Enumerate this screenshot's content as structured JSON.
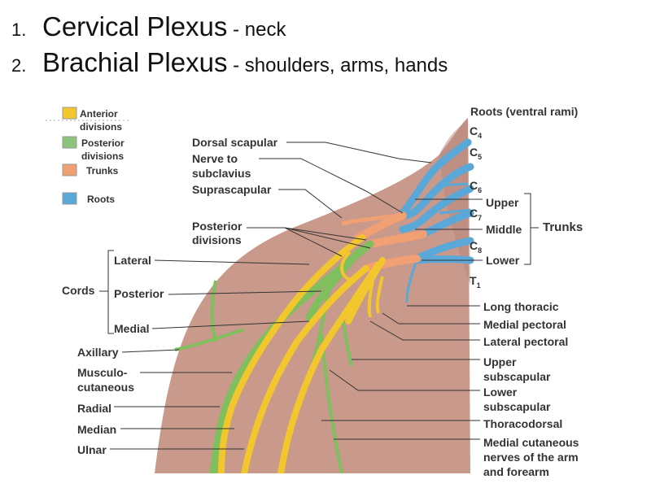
{
  "title_lines": [
    {
      "number": "1.",
      "main": "Cervical Plexus",
      "sub": " - neck"
    },
    {
      "number": "2.",
      "main": "Brachial Plexus",
      "sub": " - shoulders, arms, hands"
    }
  ],
  "legend": [
    {
      "line1": "Anterior",
      "line2": "divisions",
      "color": "#f2c62d"
    },
    {
      "line1": "Posterior",
      "line2": "divisions",
      "color": "#8cc47a"
    },
    {
      "line1": "Trunks",
      "line2": "",
      "color": "#f0a073"
    },
    {
      "line1": "Roots",
      "line2": "",
      "color": "#5aa8d8"
    }
  ],
  "roots_header": "Roots (ventral rami)",
  "roots": [
    {
      "letter": "C",
      "sub": "4"
    },
    {
      "letter": "C",
      "sub": "5"
    },
    {
      "letter": "C",
      "sub": "6"
    },
    {
      "letter": "C",
      "sub": "7"
    },
    {
      "letter": "C",
      "sub": "8"
    },
    {
      "letter": "T",
      "sub": "1"
    }
  ],
  "trunks_label": "Trunks",
  "trunks": [
    "Upper",
    "Middle",
    "Lower"
  ],
  "cords_label": "Cords",
  "cords": [
    "Lateral",
    "Posterior",
    "Medial"
  ],
  "top_left_nerves": {
    "dorsal_scapular": "Dorsal scapular",
    "nerve_to_subclavius_1": "Nerve to",
    "nerve_to_subclavius_2": "subclavius",
    "suprascapular": "Suprascapular",
    "posterior_divisions_1": "Posterior",
    "posterior_divisions_2": "divisions"
  },
  "terminal_nerves": [
    {
      "line1": "Axillary",
      "line2": ""
    },
    {
      "line1": "Musculo-",
      "line2": "cutaneous"
    },
    {
      "line1": "Radial",
      "line2": ""
    },
    {
      "line1": "Median",
      "line2": ""
    },
    {
      "line1": "Ulnar",
      "line2": ""
    }
  ],
  "right_nerves": [
    {
      "line1": "Long thoracic",
      "line2": ""
    },
    {
      "line1": "Medial pectoral",
      "line2": ""
    },
    {
      "line1": "Lateral pectoral",
      "line2": ""
    },
    {
      "line1": "Upper",
      "line2": "subscapular"
    },
    {
      "line1": "Lower",
      "line2": "subscapular"
    },
    {
      "line1": "Thoracodorsal",
      "line2": ""
    },
    {
      "line1": "Medial cutaneous",
      "line2": "nerves of the arm",
      "line3": "and forearm"
    }
  ],
  "colors": {
    "skin": "#c9998c",
    "skin_dark": "#b5857a",
    "anterior": "#f2c62d",
    "posterior": "#7fbf5e",
    "trunk": "#f0a073",
    "root": "#5aa8d8",
    "label": "#333333"
  }
}
